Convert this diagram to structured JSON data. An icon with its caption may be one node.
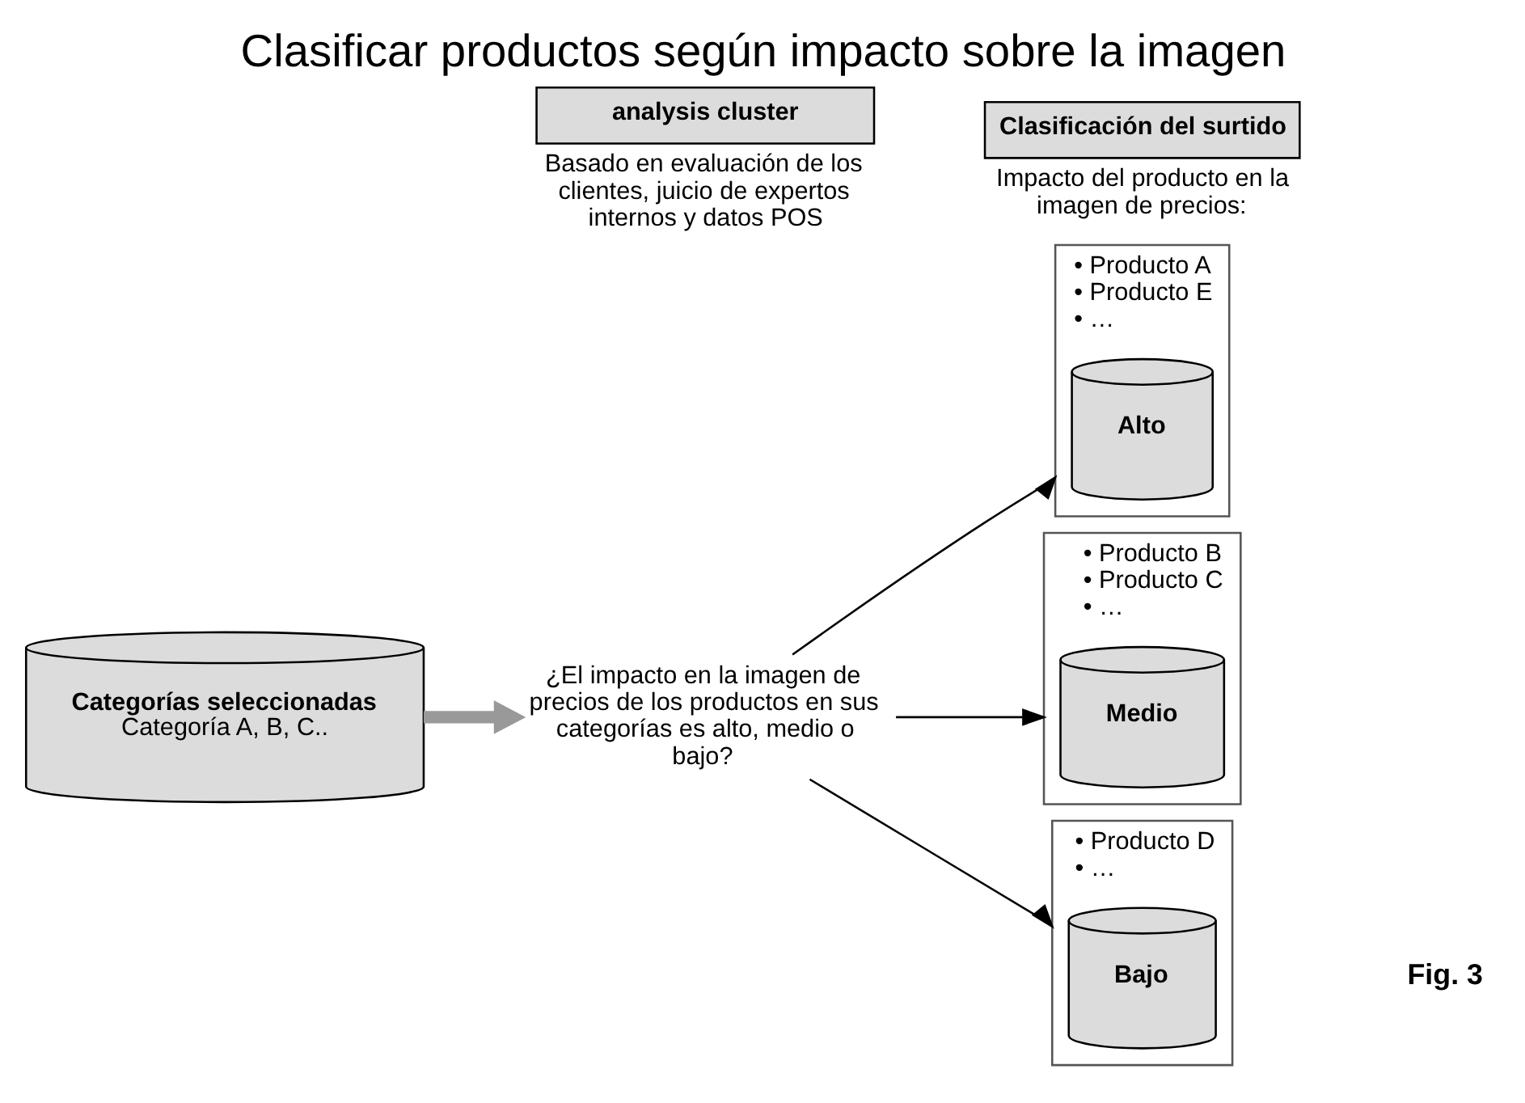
{
  "diagram": {
    "title": "Clasificar productos según impacto sobre la imagen",
    "nodes": [
      {
        "text": [
          "Categorías seleccionadas",
          "Categoría A, B, C.."
        ]
      },
      {
        "text": [
          "analysis cluster"
        ],
        "beside": [
          "Basado en evaluación de los clientes, juicio de expertos internos y datos POS"
        ]
      },
      {
        "text": [
          "Clasificación del surtido"
        ],
        "beside": [
          "Impacto del producto en la imagen de precios:"
        ]
      },
      {
        "text": [
          "¿El impacto en la imagen de precios de los productos en sus categorías es alto, medio o bajo?"
        ]
      },
      {
        "text": [
          "• Producto A",
          "• Producto E",
          "• …"
        ]
      },
      {
        "text": [
          "Alto"
        ],
        "in": 4
      },
      {
        "text": [
          "• Producto B",
          "• Producto C",
          "• …"
        ]
      },
      {
        "text": [
          "Medio"
        ],
        "in": 6
      },
      {
        "text": [
          "• Producto D",
          "• …"
        ]
      },
      {
        "text": [
          "Bajo"
        ],
        "in": 8
      }
    ],
    "edges": [
      {
        "from": 0,
        "to": 3,
        "arrow": "to",
        "style": "thick",
        "color": "#999999"
      },
      {
        "from": 3,
        "to": 4,
        "arrow": "to"
      },
      {
        "from": 3,
        "to": 6,
        "arrow": "to"
      },
      {
        "from": 3,
        "to": 8,
        "arrow": "to"
      }
    ],
    "labels": [
      "Fig. 3"
    ]
  }
}
